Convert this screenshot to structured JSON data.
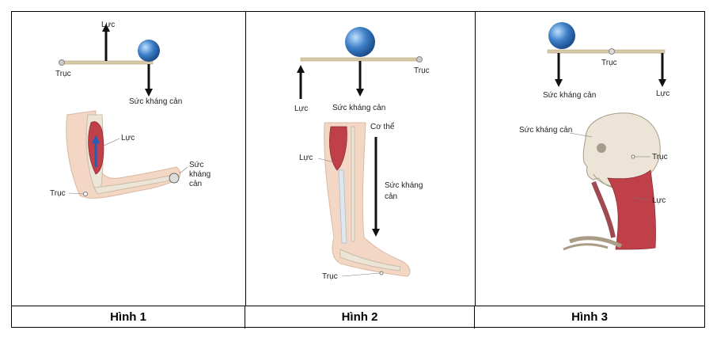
{
  "figures": [
    {
      "caption": "Hình 1",
      "labels": {
        "force_top": "Lực",
        "axis_top": "Trục",
        "resistance_top": "Sức kháng cản",
        "force_anat": "Lực",
        "resistance_anat_1": "Sức",
        "resistance_anat_2": "kháng",
        "resistance_anat_3": "cản",
        "axis_anat": "Trục"
      }
    },
    {
      "caption": "Hình 2",
      "labels": {
        "axis_top": "Trục",
        "force_top": "Lực",
        "resistance_top": "Sức kháng cản",
        "body": "Cơ thể",
        "force_anat": "Lực",
        "resistance_anat_1": "Sức kháng",
        "resistance_anat_2": "cản",
        "axis_anat": "Trục"
      }
    },
    {
      "caption": "Hình 3",
      "labels": {
        "axis_top": "Trục",
        "resistance_top": "Sức kháng cản",
        "force_top": "Lực",
        "resistance_anat": "Sức kháng cản",
        "axis_anat": "Trục",
        "force_anat": "Lực"
      }
    }
  ],
  "colors": {
    "lever": "#d8c9a6",
    "ball": "#3d7fc6",
    "arrow": "#111111",
    "muscle": "#c0404a",
    "bone": "#ece4d6",
    "skin": "#f3d7c4",
    "blue_arrow": "#1f5fb8"
  }
}
